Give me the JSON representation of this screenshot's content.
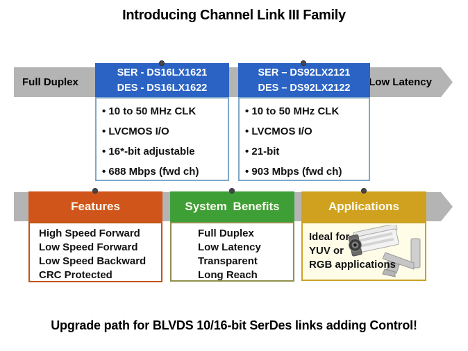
{
  "slide": {
    "title": "Introducing Channel Link III Family",
    "footer": "Upgrade path for BLVDS 10/16-bit  SerDes links  adding Control!"
  },
  "arrow_top": {
    "left_label": "Full Duplex",
    "right_label": "Low Latency",
    "chipsets": [
      {
        "line1": "SER - DS16LX1621",
        "line2": "DES - DS16LX1622",
        "bullets": [
          "10 to 50 MHz CLK",
          "LVCMOS I/O",
          "16*-bit adjustable",
          "688 Mbps (fwd ch)"
        ]
      },
      {
        "line1": "SER – DS92LX2121",
        "line2": "DES – DS92LX2122",
        "bullets": [
          "10 to 50 MHz CLK",
          "LVCMOS I/O",
          "21-bit",
          "903 Mbps (fwd ch)"
        ]
      }
    ]
  },
  "arrow_bottom": {
    "columns": [
      {
        "header": "Features",
        "items": [
          "High Speed Forward",
          "Low Speed Forward",
          "Low Speed Backward",
          "CRC Protected"
        ]
      },
      {
        "header": "System Benefits",
        "items": [
          "Full Duplex",
          "Low Latency",
          "Transparent",
          "Long Reach"
        ]
      },
      {
        "header": "Applications",
        "items": [
          "Ideal for",
          "YUV or",
          "RGB applications"
        ]
      }
    ]
  },
  "icons": {
    "camera": "security-camera-icon"
  },
  "colors": {
    "band_gray": "#b4b4b4",
    "chip_blue": "#2a63c4",
    "features_orange": "#d0551b",
    "benefits_green": "#3f9f37",
    "applications_gold": "#d0a11e",
    "spec_border_blue": "#7fa8c8",
    "features_border": "#c05514",
    "benefits_border": "#90904d",
    "applications_border": "#c9a227",
    "applications_bg": "#fffde8",
    "connector_dot": "#47474f"
  }
}
